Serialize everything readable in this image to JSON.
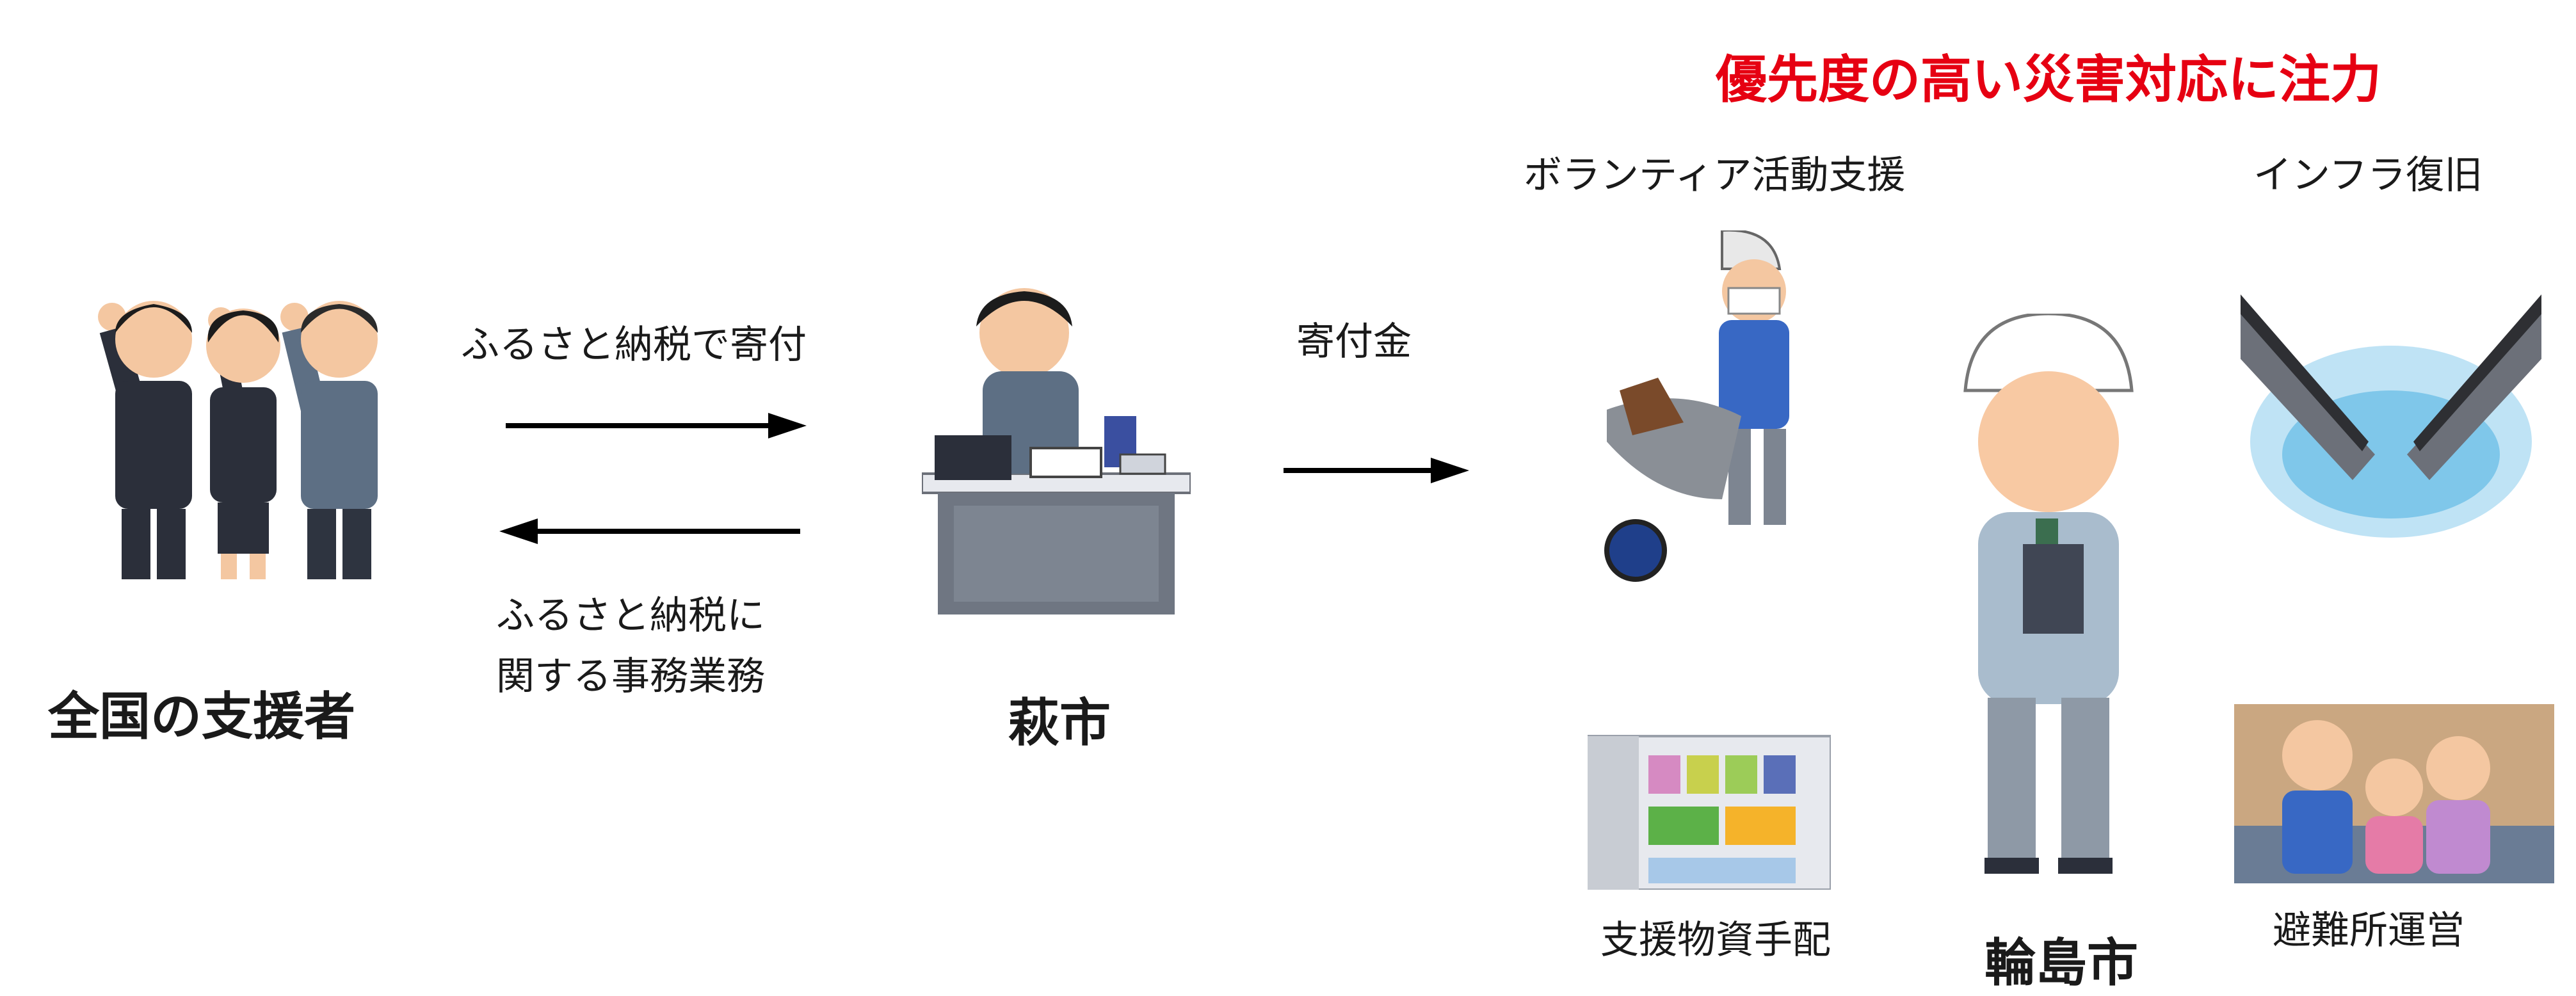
{
  "headline": "優先度の高い災害対応に注力",
  "actors": {
    "supporters": "全国の支援者",
    "hagi": "萩市",
    "wajima": "輪島市"
  },
  "flows": {
    "donation": "ふるさと納税で寄付",
    "admin_line1": "ふるさと納税に",
    "admin_line2": "関する事務業務",
    "funds": "寄付金"
  },
  "activities": {
    "volunteer": "ボランティア活動支援",
    "infra": "インフラ復旧",
    "supplies": "支援物資手配",
    "shelter": "避難所運営"
  },
  "colors": {
    "headline": "#e60012",
    "arrow": "#000000"
  }
}
